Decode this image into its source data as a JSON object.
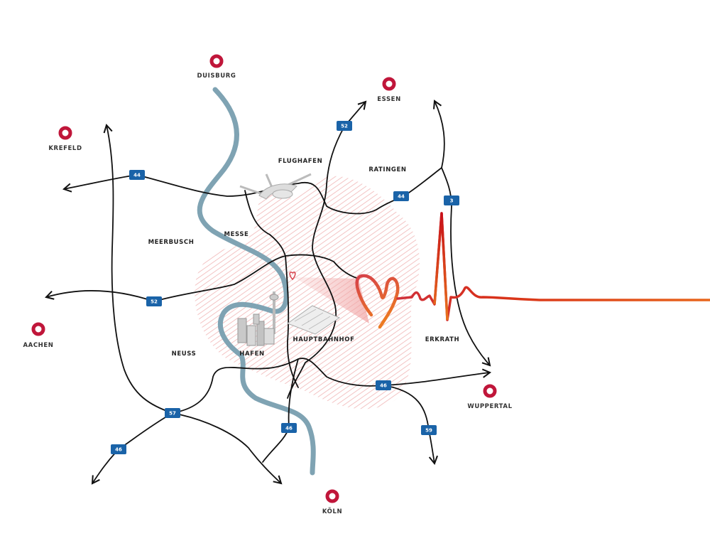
{
  "cities": [
    {
      "name": "DUISBURG"
    },
    {
      "name": "KREFELD"
    },
    {
      "name": "ESSEN"
    },
    {
      "name": "AACHEN"
    },
    {
      "name": "WUPPERTAL"
    },
    {
      "name": "KÖLN"
    }
  ],
  "districts": {
    "flughafen": "FLUGHAFEN",
    "ratingen": "RATINGEN",
    "messe": "MESSE",
    "meerbusch": "MEERBUSCH",
    "neuss": "NEUSS",
    "hafen": "HAFEN",
    "hauptbahnhof": "HAUPTBAHNHOF",
    "erkrath": "ERKRATH"
  },
  "motorways": [
    "44",
    "52",
    "44",
    "3",
    "52",
    "46",
    "57",
    "46",
    "46",
    "59"
  ],
  "colors": {
    "city_ring": "#c0163a",
    "badge": "#1a63a8",
    "river": "#7fa3b3",
    "heart_start": "#d0303a",
    "heart_end": "#e8741c",
    "hatch": "#f1b5b5"
  }
}
